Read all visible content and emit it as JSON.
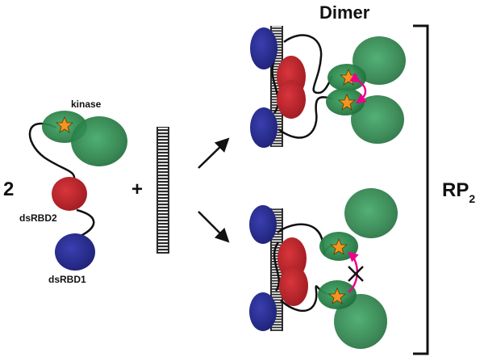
{
  "labels": {
    "count": "2",
    "plus": "+",
    "kinase": "kinase",
    "dsRBD2": "dsRBD2",
    "dsRBD1": "dsRBD1",
    "dimer": "Dimer",
    "rp": "RP",
    "rp_sub": "2"
  },
  "colors": {
    "kinase_green": "#2f8a4f",
    "dsRBD2_red": "#c0272d",
    "dsRBD1_blue": "#2e3192",
    "rna_gray": "#2b2b2b",
    "star_orange": "#f7931e",
    "arrow_magenta": "#ec008c"
  }
}
